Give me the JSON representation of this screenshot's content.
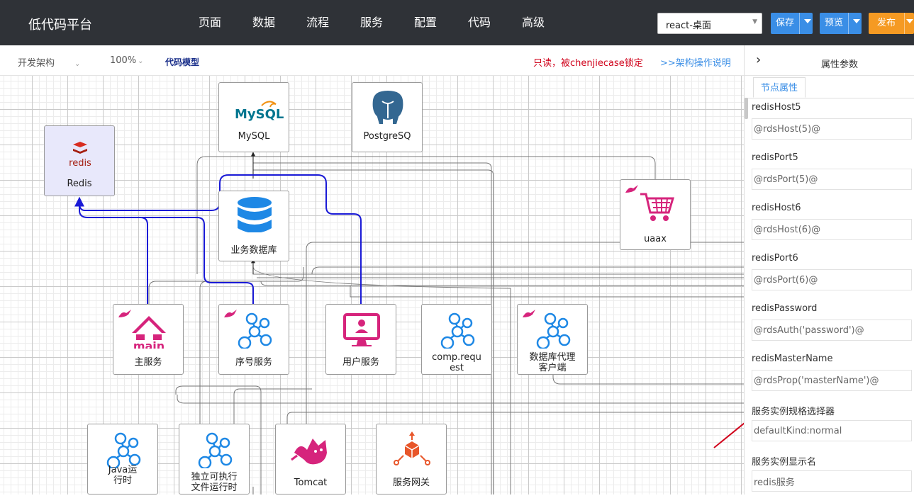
{
  "app": {
    "title": "低代码平台"
  },
  "nav": [
    "页面",
    "数据",
    "流程",
    "服务",
    "配置",
    "代码",
    "高级"
  ],
  "env": {
    "value": "react-桌面"
  },
  "buttons": {
    "save": "保存",
    "preview": "预览",
    "publish": "发布"
  },
  "toolbar": {
    "layout": "开发架构",
    "zoom": "100%",
    "model": "代码模型",
    "readonly": "只读，被chenjiecase锁定",
    "help": ">>架构操作说明"
  },
  "nodes": [
    {
      "id": "mysql",
      "label": "MySQL",
      "icon": "mysql-logo-icon",
      "logo": "MySQL"
    },
    {
      "id": "postgres",
      "label": "PostgreSQ",
      "icon": "postgresql-elephant-icon"
    },
    {
      "id": "redis",
      "label": "Redis",
      "icon": "redis-logo-icon",
      "logo": "redis"
    },
    {
      "id": "bizdb",
      "label": "业务数据库",
      "icon": "database-icon"
    },
    {
      "id": "uaax",
      "label": "uaax",
      "icon": "shopping-cart-icon"
    },
    {
      "id": "main",
      "label": "主服务",
      "icon": "house-main-icon",
      "logo": "main"
    },
    {
      "id": "seq",
      "label": "序号服务",
      "icon": "service-cluster-icon"
    },
    {
      "id": "user",
      "label": "用户服务",
      "icon": "user-monitor-icon"
    },
    {
      "id": "comp",
      "label": "comp.request",
      "icon": "service-cluster-icon"
    },
    {
      "id": "dbproxy",
      "label": "数据库代理客户端",
      "icon": "service-cluster-icon"
    },
    {
      "id": "java",
      "label": "Java运行时",
      "icon": "service-cluster-icon"
    },
    {
      "id": "exe",
      "label": "独立可执行文件运行时",
      "icon": "service-cluster-icon"
    },
    {
      "id": "tomcat",
      "label": "Tomcat",
      "icon": "tomcat-cat-icon"
    },
    {
      "id": "gateway",
      "label": "服务网关",
      "icon": "gateway-cube-icon"
    }
  ],
  "panel": {
    "title": "属性参数",
    "tab": "节点属性",
    "props": [
      {
        "label": "redisHost5",
        "value": "@rdsHost(5)@"
      },
      {
        "label": "redisPort5",
        "value": "@rdsPort(5)@"
      },
      {
        "label": "redisHost6",
        "value": "@rdsHost(6)@"
      },
      {
        "label": "redisPort6",
        "value": "@rdsPort(6)@"
      },
      {
        "label": "redisPassword",
        "value": "@rdsAuth('password')@"
      },
      {
        "label": "redisMasterName",
        "value": "@rdsProp('masterName')@"
      },
      {
        "label": "服务实例规格选择器",
        "value": "defaultKind:normal"
      },
      {
        "label": "服务实例显示名",
        "value": "redis服务"
      }
    ]
  },
  "colors": {
    "accent": "#3a8ee6",
    "publish": "#f59a23",
    "brand_pink": "#d6247c",
    "mysql_blue": "#00758f",
    "pg_blue": "#336791",
    "db_blue": "#1e88e5",
    "edge_blue": "#1a1ad6",
    "readonly_red": "#d0021b"
  }
}
